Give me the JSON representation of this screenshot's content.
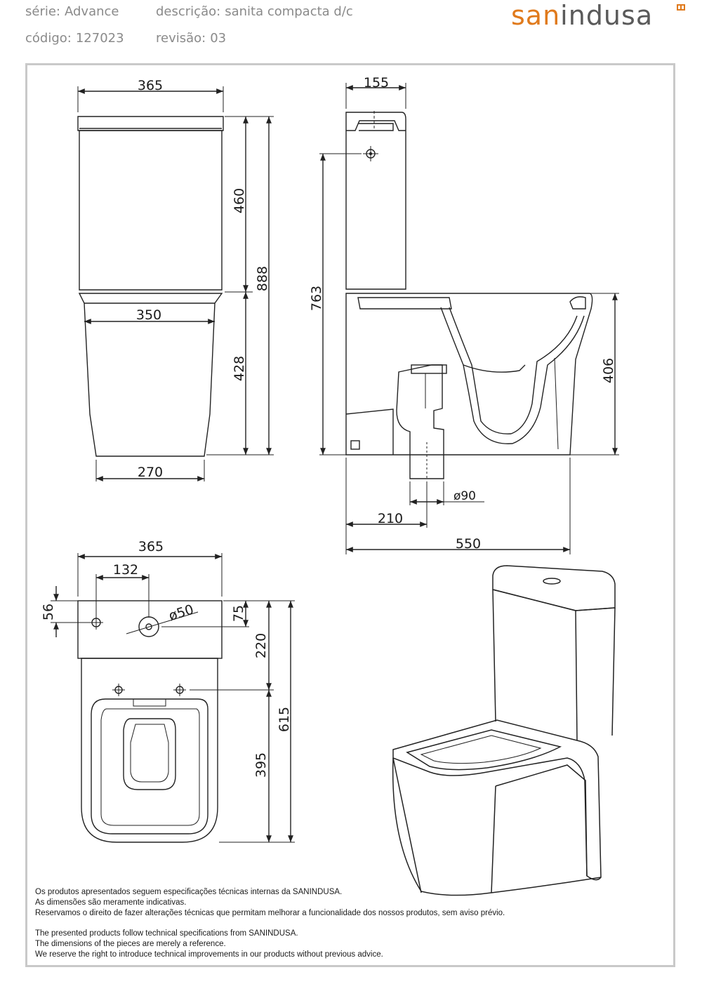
{
  "header": {
    "serie_label": "série:",
    "serie_value": "Advance",
    "codigo_label": "código:",
    "codigo_value": "127023",
    "descricao_label": "descrição:",
    "descricao_value": "sanita compacta d/c",
    "revisao_label": "revisão:",
    "revisao_value": "03"
  },
  "logo": {
    "part1": "san",
    "part2": "indusa",
    "accent_color": "#e07a1c",
    "text_color": "#5a5a5a"
  },
  "dimensions": {
    "front_top_width": "365",
    "front_tank_height": "460",
    "front_total_height": "888",
    "front_bowl_width": "350",
    "front_bowl_height": "428",
    "front_base_width": "270",
    "side_tank_depth": "155",
    "side_inlet_height": "763",
    "side_seat_height": "406",
    "side_outlet_diameter": "ø90",
    "side_outlet_distance": "210",
    "side_total_depth": "550",
    "top_width": "365",
    "top_hole_offset": "132",
    "top_hole_diameter": "ø50",
    "top_hole_from_side": "56",
    "top_hole_from_back": "75",
    "top_tank_depth": "220",
    "top_total_depth": "615",
    "top_bowl_depth": "395"
  },
  "notes": {
    "pt": [
      "Os produtos apresentados seguem especificações técnicas internas da SANINDUSA.",
      "As dimensões são meramente indicativas.",
      "Reservamos o direito de fazer alterações técnicas que permitam melhorar a funcionalidade dos nossos produtos, sem aviso prévio."
    ],
    "en": [
      "The presented products follow technical specifications from SANINDUSA.",
      "The dimensions of the pieces are merely a reference.",
      "We reserve the right to introduce technical improvements in our products without previous advice."
    ]
  }
}
